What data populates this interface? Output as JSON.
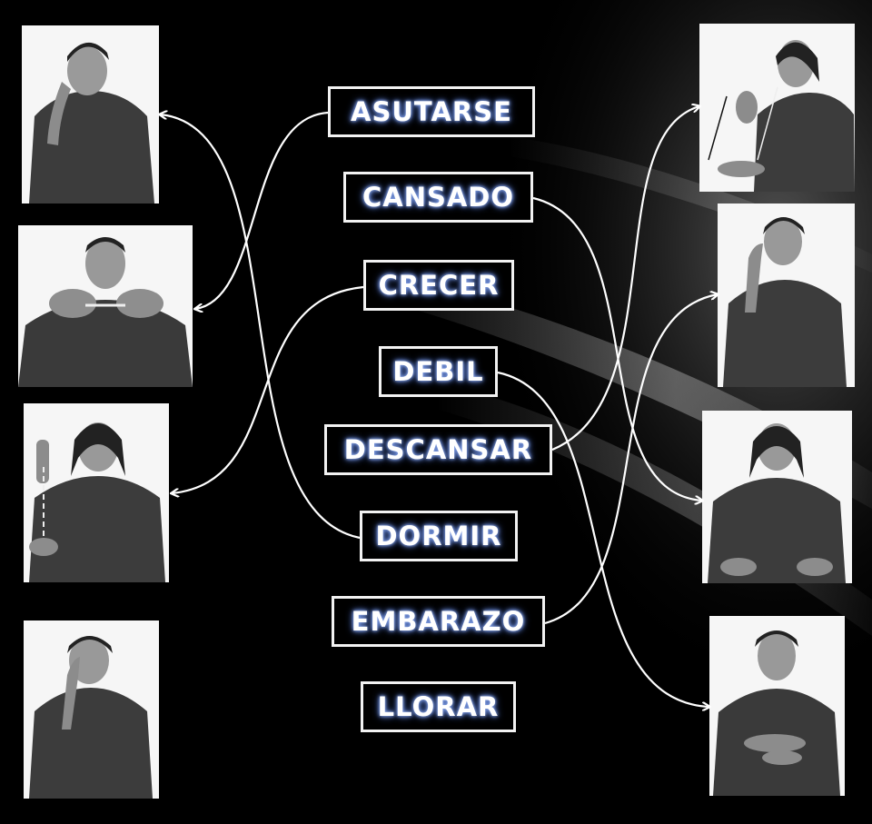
{
  "words": [
    {
      "id": "asutarse",
      "label": "ASUTARSE"
    },
    {
      "id": "cansado",
      "label": "CANSADO"
    },
    {
      "id": "crecer",
      "label": "CRECER"
    },
    {
      "id": "debil",
      "label": "DEBIL"
    },
    {
      "id": "descansar",
      "label": "DESCANSAR"
    },
    {
      "id": "dormir",
      "label": "DORMIR"
    },
    {
      "id": "embarazo",
      "label": "EMBARAZO"
    },
    {
      "id": "llorar",
      "label": "LLORAR"
    }
  ],
  "photos_left": [
    "photo-left-1",
    "photo-left-2",
    "photo-left-3",
    "photo-left-4"
  ],
  "photos_right": [
    "photo-right-1",
    "photo-right-2",
    "photo-right-3",
    "photo-right-4"
  ],
  "colors": {
    "background": "#000000",
    "label_text": "#ffffff",
    "label_glow": "#6d8fdc",
    "border": "#f2f2f2",
    "connector": "#ffffff"
  }
}
